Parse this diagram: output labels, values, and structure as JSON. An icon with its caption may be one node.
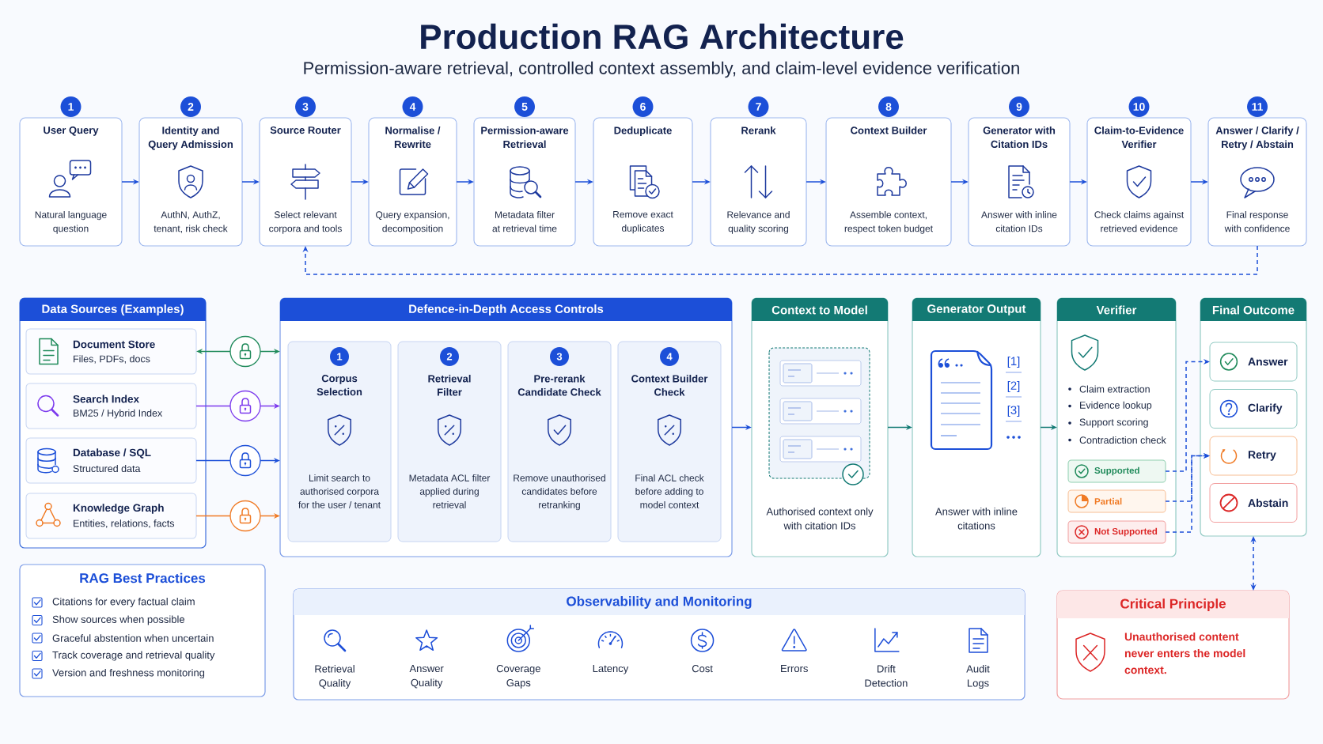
{
  "diagram": {
    "title": "Production RAG Architecture",
    "nodes": [
      {
        "text": [
          "1",
          "User Query",
          "Natural language question"
        ]
      },
      {
        "text": [
          "2",
          "Identity and Query Admission",
          "AuthN, AuthZ, tenant, risk check"
        ]
      },
      {
        "text": [
          "3",
          "Source Router",
          "Select relevant corpora and tools"
        ]
      },
      {
        "text": [
          "4",
          "Normalise / Rewrite",
          "Query expansion, decomposition"
        ]
      },
      {
        "text": [
          "5",
          "Permission-aware Retrieval",
          "Metadata filter at retrieval time"
        ]
      },
      {
        "text": [
          "6",
          "Deduplicate",
          "Remove exact duplicates"
        ]
      },
      {
        "text": [
          "7",
          "Rerank",
          "Relevance and quality scoring"
        ]
      },
      {
        "text": [
          "8",
          "Context Builder",
          "Assemble context, respect token budget"
        ]
      },
      {
        "text": [
          "9",
          "Generator with Citation IDs",
          "Answer with inline citation IDs"
        ]
      },
      {
        "text": [
          "10",
          "Claim-to-Evidence Verifier",
          "Check claims against retrieved evidence"
        ]
      },
      {
        "text": [
          "11",
          "Answer / Clarify / Retry / Abstain",
          "Final response with confidence"
        ]
      },
      {
        "text": [
          "Data Sources (Examples)"
        ]
      },
      {
        "text": [
          "Document Store",
          "Files, PDFs, docs"
        ],
        "in": 11
      },
      {
        "text": [
          "Search Index",
          "BM25 / Hybrid Index"
        ],
        "in": 11
      },
      {
        "text": [
          "Database / SQL",
          "Structured data"
        ],
        "in": 11
      },
      {
        "text": [
          "Knowledge Graph",
          "Entities, relations, facts"
        ],
        "in": 11
      },
      {
        "text": [],
        "shape": "circle"
      },
      {
        "text": [],
        "shape": "circle"
      },
      {
        "text": [],
        "shape": "circle"
      },
      {
        "text": [],
        "shape": "circle"
      },
      {
        "text": [
          "Defence-in-Depth Access Controls"
        ]
      },
      {
        "text": [
          "1",
          "Corpus Selection",
          "Limit search to authorised corpora for the user / tenant"
        ],
        "in": 20
      },
      {
        "text": [
          "2",
          "Retrieval Filter",
          "Metadata ACL filter applied during retrieval"
        ],
        "in": 20
      },
      {
        "text": [
          "3",
          "Pre-rerank Candidate Check",
          "Remove unauthorised candidates before retranking"
        ],
        "in": 20
      },
      {
        "text": [
          "4",
          "Context Builder Check",
          "Final ACL check before adding to model context"
        ],
        "in": 20
      },
      {
        "text": [
          "Context to Model",
          "Authorised context only with citation IDs"
        ]
      },
      {
        "text": [
          "Generator Output",
          "[1]",
          "[2]",
          "[3]",
          "Answer with inline citations"
        ]
      },
      {
        "text": [
          "Verifier",
          "Claim extraction",
          "Evidence lookup",
          "Support scoring",
          "Contradiction check"
        ]
      },
      {
        "text": [
          "Supported"
        ],
        "in": 27
      },
      {
        "text": [
          "Partial"
        ],
        "in": 27
      },
      {
        "text": [
          "Not Supported"
        ],
        "in": 27
      },
      {
        "text": [
          "Final Outcome"
        ]
      },
      {
        "text": [
          "Answer"
        ],
        "in": 31
      },
      {
        "text": [
          "Clarify"
        ],
        "in": 31
      },
      {
        "text": [
          "Retry"
        ],
        "in": 31
      },
      {
        "text": [
          "Abstain"
        ],
        "in": 31
      },
      {
        "text": [
          "RAG Best Practices",
          "Citations for every factual claim",
          "Show sources when possible",
          "Graceful abstention when uncertain",
          "Track coverage and retrieval quality",
          "Version and freshness monitoring"
        ]
      },
      {
        "text": [
          "Observability and Monitoring",
          "Retrieval Quality",
          "Answer Quality",
          "Coverage Gaps",
          "Latency",
          "Cost",
          "Errors",
          "Drift Detection",
          "Audit Logs"
        ]
      },
      {
        "text": [
          "Critical Principle",
          "Unauthorised content never enters the model context."
        ]
      }
    ],
    "edges": [
      {
        "from": 0,
        "to": 1,
        "arrow": "to"
      },
      {
        "from": 1,
        "to": 2,
        "arrow": "to"
      },
      {
        "from": 2,
        "to": 3,
        "arrow": "to"
      },
      {
        "from": 3,
        "to": 4,
        "arrow": "to"
      },
      {
        "from": 4,
        "to": 5,
        "arrow": "to"
      },
      {
        "from": 5,
        "to": 6,
        "arrow": "to"
      },
      {
        "from": 6,
        "to": 7,
        "arrow": "to"
      },
      {
        "from": 7,
        "to": 8,
        "arrow": "to"
      },
      {
        "from": 8,
        "to": 9,
        "arrow": "to"
      },
      {
        "from": 9,
        "to": 10,
        "arrow": "to"
      },
      {
        "from": 10,
        "to": 2,
        "arrow": "to",
        "style": "dashed"
      },
      {
        "from": 16,
        "to": 12,
        "arrow": "to",
        "color": "#1f8a5a"
      },
      {
        "from": 16,
        "to": 20,
        "arrow": "to",
        "color": "#1f8a5a"
      },
      {
        "from": 13,
        "to": 17,
        "arrow": "none",
        "color": "#7c3aed"
      },
      {
        "from": 17,
        "to": 20,
        "arrow": "to",
        "color": "#7c3aed"
      },
      {
        "from": 14,
        "to": 18,
        "arrow": "none"
      },
      {
        "from": 18,
        "to": 20,
        "arrow": "to"
      },
      {
        "from": 15,
        "to": 19,
        "arrow": "none",
        "color": "#f07a24"
      },
      {
        "from": 19,
        "to": 20,
        "arrow": "to",
        "color": "#f07a24"
      },
      {
        "from": 20,
        "to": 25,
        "arrow": "to"
      },
      {
        "from": 25,
        "to": 26,
        "arrow": "to",
        "color": "#137a74"
      },
      {
        "from": 26,
        "to": 27,
        "arrow": "to",
        "color": "#137a74"
      },
      {
        "from": 28,
        "to": 32,
        "arrow": "to",
        "style": "dashed"
      },
      {
        "from": 29,
        "to": 34,
        "arrow": "to",
        "style": "dashed"
      },
      {
        "from": 30,
        "to": 34,
        "arrow": "to",
        "style": "dashed"
      },
      {
        "from": 31,
        "to": 38,
        "arrow": "both",
        "style": "dashed"
      }
    ],
    "labels": [
      "Permission-aware retrieval, controlled context assembly, and claim-level evidence verification"
    ]
  }
}
